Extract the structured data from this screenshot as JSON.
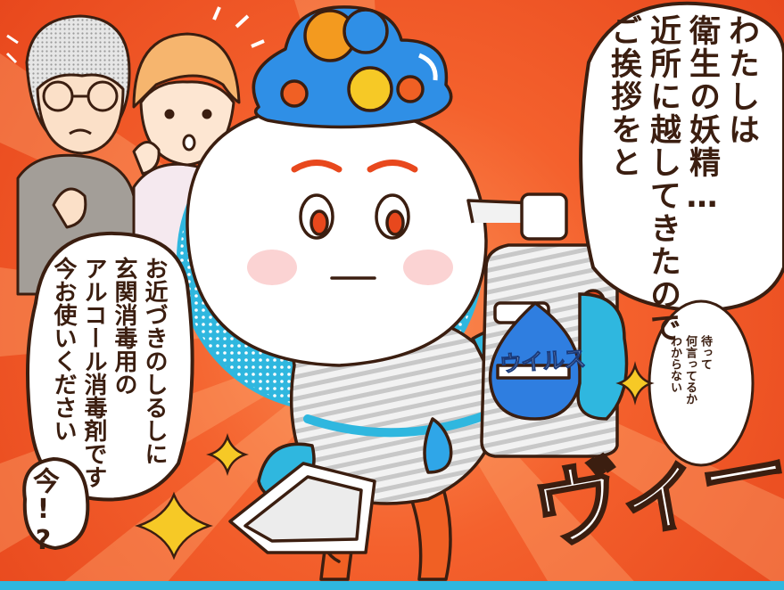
{
  "scene": {
    "speech_main": [
      "わたしは",
      "衛生の妖精…",
      "近所に越してきたので",
      "ご挨拶をと"
    ],
    "speech_small": [
      "待って",
      "何言ってるか",
      "わからない"
    ],
    "speech_left": [
      "お近づきのしるしに",
      "玄関消毒用の",
      "アルコール消毒剤です",
      "今お使いください"
    ],
    "speech_ima": "今!?",
    "bottle_label": "ウイルス",
    "sfx": "ヴィー"
  },
  "colors": {
    "background": "#f4612d",
    "accent_blue": "#2fb7df",
    "hat_blue": "#2f8fe6",
    "ink": "#3b1e10",
    "sparkle": "#f6c926"
  }
}
